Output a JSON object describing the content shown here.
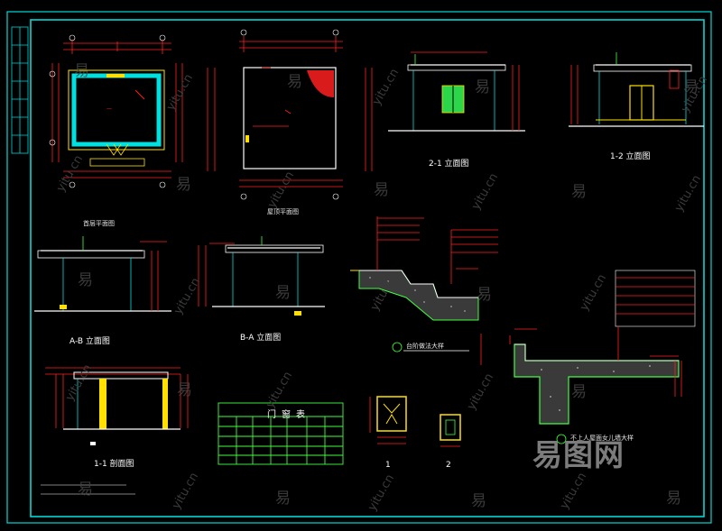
{
  "labels": {
    "elev_2_1": "2-1 立面图",
    "elev_1_2": "1-2 立面图",
    "elev_a_b": "A-B 立面图",
    "elev_b_a": "B-A 立面图",
    "section_1_1": "1-1 剖面图",
    "roof_plan": "屋顶平面图",
    "floor_plan": "首层平面图",
    "step_detail": "台阶做法大样",
    "eave_detail": "不上人屋面女儿墙大样",
    "window_table": "门窗表",
    "detail_1": "1",
    "detail_2": "2"
  },
  "watermark": {
    "glyph": "易",
    "url": "yitu.cn",
    "logo": "易图网"
  },
  "colors": {
    "frame": "#00d8d8",
    "dimension": "#ff2020",
    "wall": "#00e0e0",
    "grid": "#40ff40",
    "accent": "#ffe000",
    "text": "#ffffff"
  }
}
